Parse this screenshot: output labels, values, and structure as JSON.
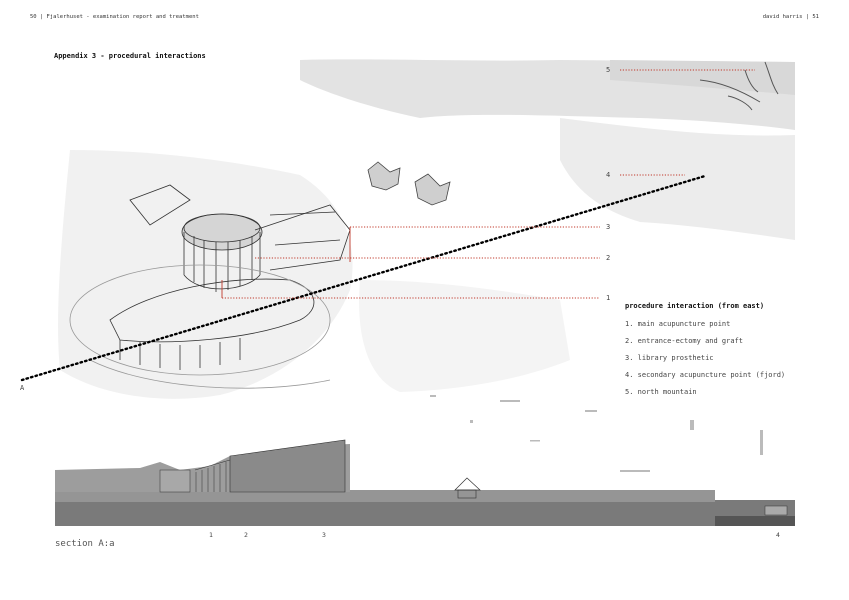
{
  "header": {
    "left": "50 | Fjaler­huset - examination report and treatment",
    "right": "david harris | 51"
  },
  "page_title": "Appendix 3 - procedural interactions",
  "section_marker": "A",
  "leader_markers": [
    "5",
    "4",
    "3",
    "2",
    "1"
  ],
  "legend": {
    "title": "procedure interaction (from east)",
    "items": [
      "1. main acupuncture point",
      "2. entrance-ectomy and graft",
      "3. library prosthetic",
      "4. secondary acupuncture point (fjord)",
      "5. north mountain"
    ]
  },
  "section": {
    "label": "section A:a",
    "numbers": [
      "1",
      "2",
      "3",
      "4"
    ]
  },
  "colors": {
    "leader_line": "#c0392b",
    "section_line": "#000000",
    "ground": "#7a7a7a",
    "wash": "#e2e2e2"
  }
}
